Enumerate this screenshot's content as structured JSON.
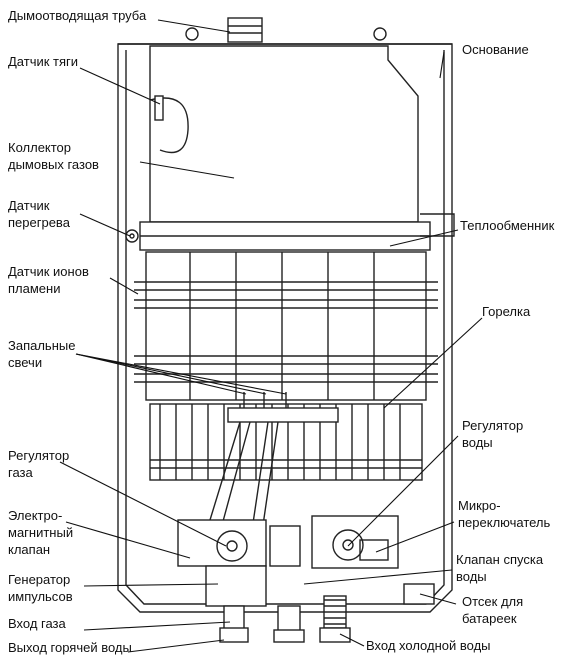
{
  "labels": {
    "flue_pipe": "Дымоотводящая труба",
    "draft_sensor": "Датчик тяги",
    "flue_collector_1": "Коллектор",
    "flue_collector_2": "дымовых газов",
    "overheat_sensor_1": "Датчик",
    "overheat_sensor_2": "перегрева",
    "ion_sensor_1": "Датчик ионов",
    "ion_sensor_2": "пламени",
    "spark_plugs_1": "Запальные",
    "spark_plugs_2": "свечи",
    "gas_regulator_1": "Регулятор",
    "gas_regulator_2": "газа",
    "solenoid_1": "Электро-",
    "solenoid_2": "магнитный",
    "solenoid_3": "клапан",
    "pulse_gen_1": "Генератор",
    "pulse_gen_2": "импульсов",
    "gas_inlet": "Вход газа",
    "hot_water_outlet": "Выход горячей воды",
    "base": "Основание",
    "heat_exchanger": "Теплообменник",
    "burner": "Горелка",
    "water_regulator_1": "Регулятор",
    "water_regulator_2": "воды",
    "microswitch_1": "Микро-",
    "microswitch_2": "переключатель",
    "drain_valve_1": "Клапан спуска",
    "drain_valve_2": "воды",
    "battery_1": "Отсек для",
    "battery_2": "батареек",
    "cold_water_inlet": "Вход холодной воды"
  }
}
